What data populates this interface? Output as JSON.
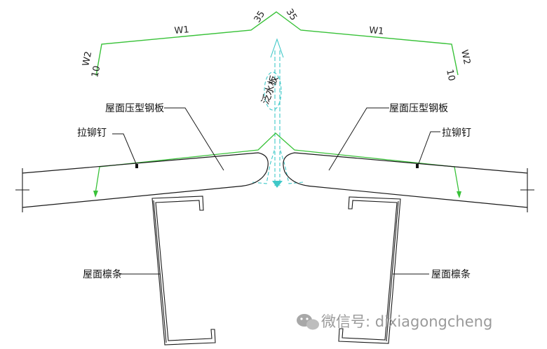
{
  "dimensions": {
    "w1_left": "W1",
    "w1_right": "W1",
    "w2_left": "W2",
    "w2_right": "W2",
    "d10_left": "10",
    "d10_right": "10",
    "d35_left": "35",
    "d35_right": "35"
  },
  "labels": {
    "flashing": "泛水板",
    "roof_panel_left": "屋面压型钢板",
    "roof_panel_right": "屋面压型钢板",
    "rivet_left": "拉铆钉",
    "rivet_right": "拉铆钉",
    "purlin_left": "屋面檩条",
    "purlin_right": "屋面檩条"
  },
  "watermark": {
    "text": "微信号: dixiagongcheng"
  },
  "colors": {
    "flashing_line": "#39c239",
    "flashing_arrow": "#3fc8c8",
    "outline": "#1a1a1a",
    "watermark": "#9a9a9a"
  }
}
